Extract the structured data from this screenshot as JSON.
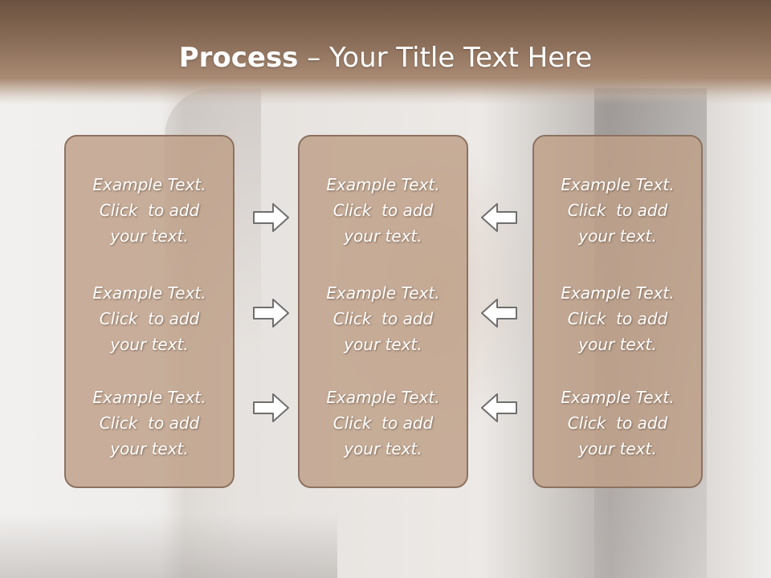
{
  "title": {
    "bold": "Process",
    "rest": " – Your Title Text Here"
  },
  "columns": [
    {
      "items": [
        {
          "l1": "Example Text.",
          "l2": "Click  to add",
          "l3": "your text."
        },
        {
          "l1": "Example Text.",
          "l2": "Click  to add",
          "l3": "your text."
        },
        {
          "l1": "Example Text.",
          "l2": "Click  to add",
          "l3": "your text."
        }
      ]
    },
    {
      "items": [
        {
          "l1": "Example Text.",
          "l2": "Click  to add",
          "l3": "your text."
        },
        {
          "l1": "Example Text.",
          "l2": "Click  to add",
          "l3": "your text."
        },
        {
          "l1": "Example Text.",
          "l2": "Click  to add",
          "l3": "your text."
        }
      ]
    },
    {
      "items": [
        {
          "l1": "Example Text.",
          "l2": "Click  to add",
          "l3": "your text."
        },
        {
          "l1": "Example Text.",
          "l2": "Click  to add",
          "l3": "your text."
        },
        {
          "l1": "Example Text.",
          "l2": "Click  to add",
          "l3": "your text."
        }
      ]
    }
  ],
  "arrows": {
    "left": "arrow-right-icon",
    "right": "arrow-left-icon"
  },
  "colors": {
    "header": "#8a6d58",
    "box": "#c4a88f",
    "box_border": "#8c7260",
    "text": "#ffffff"
  }
}
